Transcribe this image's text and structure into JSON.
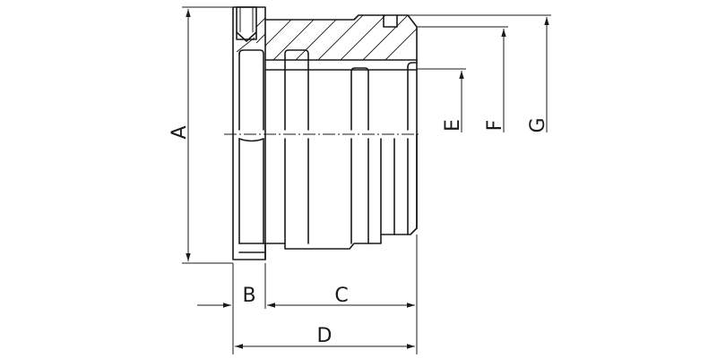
{
  "drawing": {
    "labels": {
      "A": "A",
      "B": "B",
      "C": "C",
      "D": "D",
      "E": "E",
      "F": "F",
      "G": "G"
    }
  }
}
